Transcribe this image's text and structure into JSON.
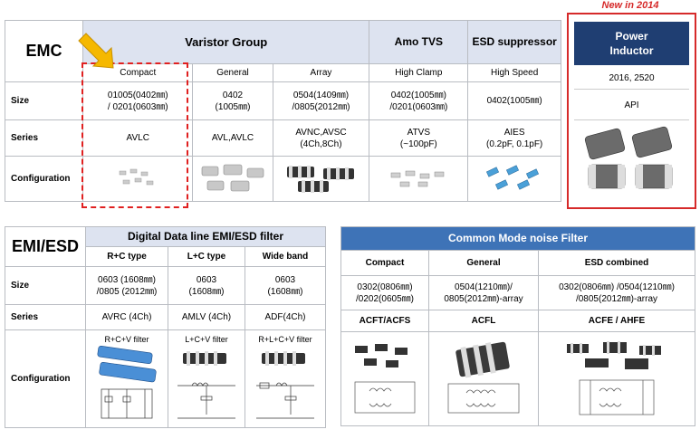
{
  "emc": {
    "label": "EMC",
    "groups": {
      "varistor": "Varistor  Group",
      "amo": "Amo TVS",
      "esd": "ESD suppressor"
    },
    "cols": [
      "Compact",
      "General",
      "Array",
      "High Clamp",
      "High Speed"
    ],
    "size_label": "Size",
    "size": [
      "01005(0402㎜)",
      "/ 0201(0603㎜)",
      "0402",
      "(1005㎜)",
      "0504(1409㎜)",
      "/0805(2012㎜)",
      "0402(1005㎜)",
      "/0201(0603㎜)",
      "0402(1005㎜)"
    ],
    "series_label": "Series",
    "series": [
      "AVLC",
      "AVL,AVLC",
      "AVNC,AVSC",
      "(4Ch,8Ch)",
      "ATVS",
      "(~100pF)",
      "AIES",
      "(0.2pF, 0.1pF)"
    ],
    "config_label": "Configuration"
  },
  "power": {
    "new_tag": "New in 2014",
    "title_line1": "Power",
    "title_line2": "Inductor",
    "size": "2016, 2520",
    "series": "API"
  },
  "emi": {
    "label": "EMI/ESD",
    "title": "Digital Data line EMI/ESD  filter",
    "cols": [
      "R+C type",
      "L+C type",
      "Wide band"
    ],
    "size_label": "Size",
    "size": [
      "0603 (1608㎜)",
      "/0805 (2012㎜)",
      "0603",
      "(1608㎜)",
      "0603",
      "(1608㎜)"
    ],
    "series_label": "Series",
    "series": [
      "AVRC (4Ch)",
      "AMLV (4Ch)",
      "ADF(4Ch)"
    ],
    "config_label": "Configuration",
    "filters": [
      "R+C+V filter",
      "L+C+V filter",
      "R+L+C+V filter"
    ]
  },
  "cm": {
    "title": "Common Mode noise Filter",
    "cols": [
      "Compact",
      "General",
      "ESD combined"
    ],
    "size": [
      "0302(0806㎜)",
      "/0202(0605㎜)",
      "0504(1210㎜)/",
      "0805(2012㎜)-array",
      "0302(0806㎜) /0504(1210㎜)",
      "/0805(2012㎜)-array"
    ],
    "series": [
      "ACFT/ACFS",
      "ACFL",
      "ACFE / AHFE"
    ]
  },
  "colors": {
    "header_bg": "#dde3f0",
    "cm_header": "#3e73b7",
    "power_title": "#1f3e72",
    "accent_red": "#d62a2a",
    "arrow": "#f5b800"
  }
}
